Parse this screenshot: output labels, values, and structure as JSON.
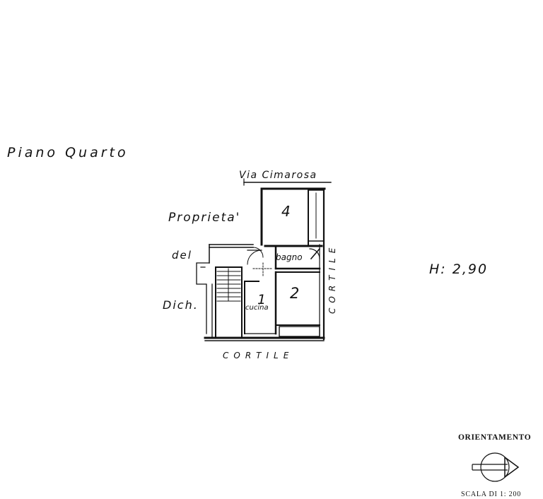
{
  "plan": {
    "floor_label": "Piano Quarto",
    "street_label": "Via Cimarosa",
    "neighbor_line1": "Proprieta'",
    "neighbor_line2": "del",
    "neighbor_line3": "Dich.",
    "courtyard_bottom_label": "CORTILE",
    "courtyard_right_label": "CORTILE",
    "height_label": "H: 2,90",
    "rooms": {
      "top_room_number": "4",
      "kitchen_number": "1",
      "kitchen_label": "cucina",
      "right_room_number": "2",
      "bathroom_label": "bagno"
    }
  },
  "legend": {
    "orientation_title": "ORIENTAMENTO",
    "scale_label": "SCALA DI 1: 200"
  }
}
